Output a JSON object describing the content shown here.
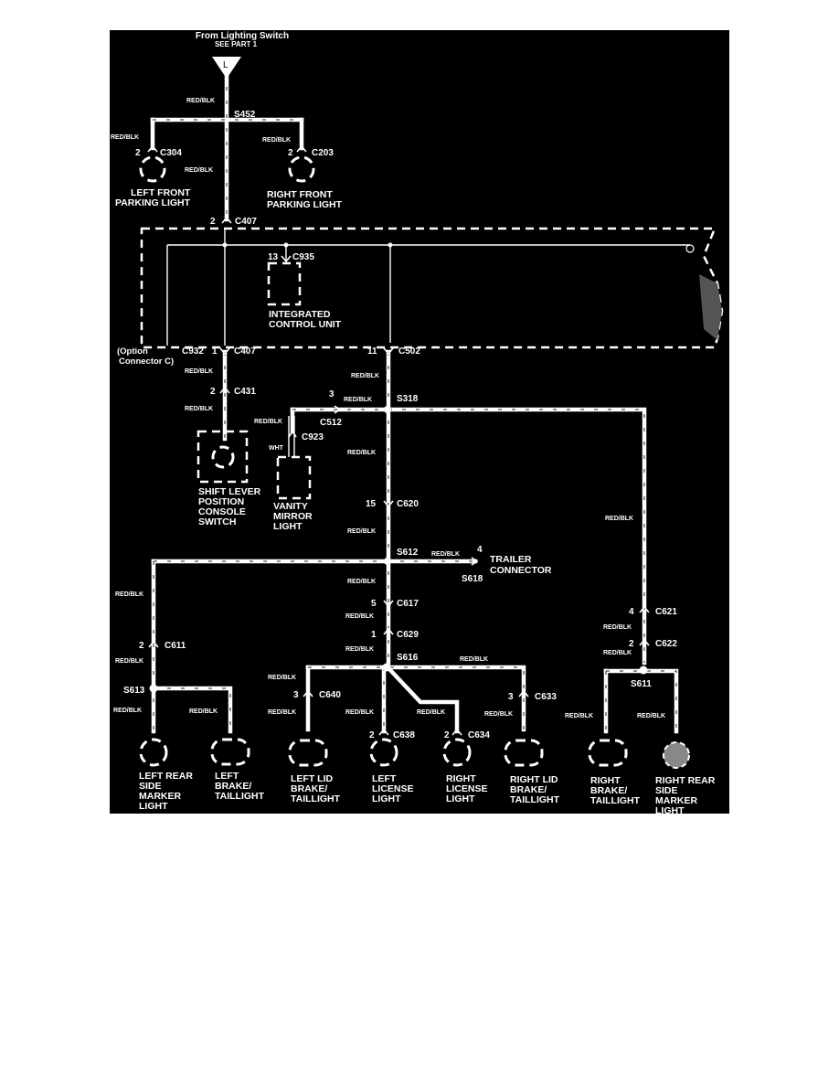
{
  "source": {
    "line1": "From Lighting Switch",
    "line2": "SEE PART 1",
    "letter": "L"
  },
  "wire_colors": {
    "red_blk": "RED/BLK",
    "wht": "WHT"
  },
  "splices": {
    "s452": "S452",
    "s318": "S318",
    "s612": "S612",
    "s618": "S618",
    "s616": "S616",
    "s613": "S613",
    "s611": "S611"
  },
  "connectors": {
    "c304": "C304",
    "c203": "C203",
    "c407": "C407",
    "c935": "C935",
    "c932": "C932",
    "c502": "C502",
    "c431": "C431",
    "c512": "C512",
    "c923": "C923",
    "c620": "C620",
    "c617": "C617",
    "c629": "C629",
    "c621": "C621",
    "c622": "C622",
    "c611": "C611",
    "c640": "C640",
    "c638": "C638",
    "c634": "C634",
    "c633": "C633"
  },
  "pins": {
    "p2": "2",
    "p1": "1",
    "p3": "3",
    "p4": "4",
    "p5": "5",
    "p11": "11",
    "p13": "13",
    "p15": "15"
  },
  "components": {
    "left_front_parking": [
      "LEFT FRONT",
      "PARKING LIGHT"
    ],
    "right_front_parking": [
      "RIGHT FRONT",
      "PARKING LIGHT"
    ],
    "integrated_control_unit": [
      "INTEGRATED",
      "CONTROL UNIT"
    ],
    "option_connector": [
      "(Option",
      "Connector C)"
    ],
    "shift_lever_switch": [
      "SHIFT LEVER",
      "POSITION",
      "CONSOLE",
      "SWITCH"
    ],
    "vanity_mirror": [
      "VANITY",
      "MIRROR",
      "LIGHT"
    ],
    "trailer_connector": [
      "TRAILER",
      "CONNECTOR"
    ],
    "left_rear_side_marker": [
      "LEFT REAR",
      "SIDE",
      "MARKER",
      "LIGHT"
    ],
    "left_brake_tail": [
      "LEFT",
      "BRAKE/",
      "TAILLIGHT"
    ],
    "left_lid_brake_tail": [
      "LEFT LID",
      "BRAKE/",
      "TAILLIGHT"
    ],
    "left_license": [
      "LEFT",
      "LICENSE",
      "LIGHT"
    ],
    "right_license": [
      "RIGHT",
      "LICENSE",
      "LIGHT"
    ],
    "right_lid_brake_tail": [
      "RIGHT LID",
      "BRAKE/",
      "TAILLIGHT"
    ],
    "right_brake_tail": [
      "RIGHT",
      "BRAKE/",
      "TAILLIGHT"
    ],
    "right_rear_side_marker": [
      "RIGHT REAR",
      "SIDE",
      "MARKER",
      "LIGHT"
    ]
  },
  "colors": {
    "background": "#000000",
    "wire": "#ffffff",
    "page": "#ffffff"
  }
}
